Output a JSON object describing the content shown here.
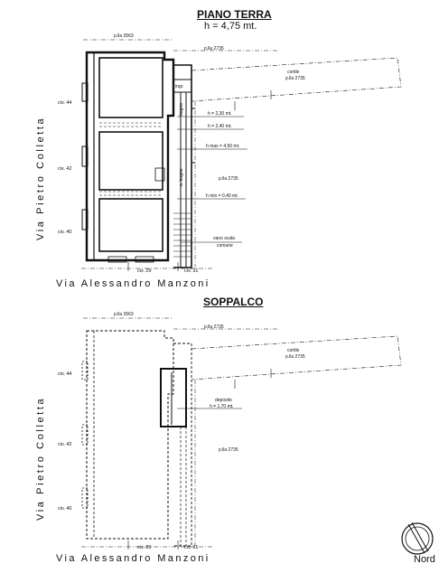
{
  "ground_floor": {
    "title": "PIANO TERRA",
    "height": "h = 4,75 mt.",
    "street_left": "Via Pietro Colletta",
    "street_bottom": "Via Alessandro Manzoni",
    "parcel_top": "p.lla 3563",
    "parcel_right_top": "p.lla 2735",
    "courtyard": "cortile",
    "courtyard_parcel": "p.lla 2735",
    "parcel_right": "p.lla 2735",
    "entrance": "ingr.",
    "bathroom": "bagno",
    "antibath": "a. bagno",
    "stairwell": "vano scala",
    "common": "comune",
    "civ_44": "civ. 44",
    "civ_42": "civ. 42",
    "civ_40": "civ. 40",
    "civ_29": "civ. 29",
    "civ_31": "civ. 31",
    "heights": [
      "h = 2,30 mt.",
      "h = 2,40 mt.",
      "h max = 4,50 mt.",
      "h min = 0,40 mt."
    ]
  },
  "mezzanine": {
    "title": "SOPPALCO",
    "street_left": "Via Pietro Colletta",
    "street_bottom": "Via Alessandro Manzoni",
    "parcel_top": "p.lla 3563",
    "parcel_right_top": "p.lla 2735",
    "courtyard": "cortile",
    "courtyard_parcel": "p.lla 2735",
    "parcel_right": "p.lla 2735",
    "storage": "deposito",
    "storage_height": "h = 1,70 mt.",
    "civ_44": "civ. 44",
    "civ_42": "civ. 42",
    "civ_40": "civ. 40",
    "civ_29": "civ. 29",
    "civ_31": "civ. 31"
  },
  "north_label": "Nord"
}
